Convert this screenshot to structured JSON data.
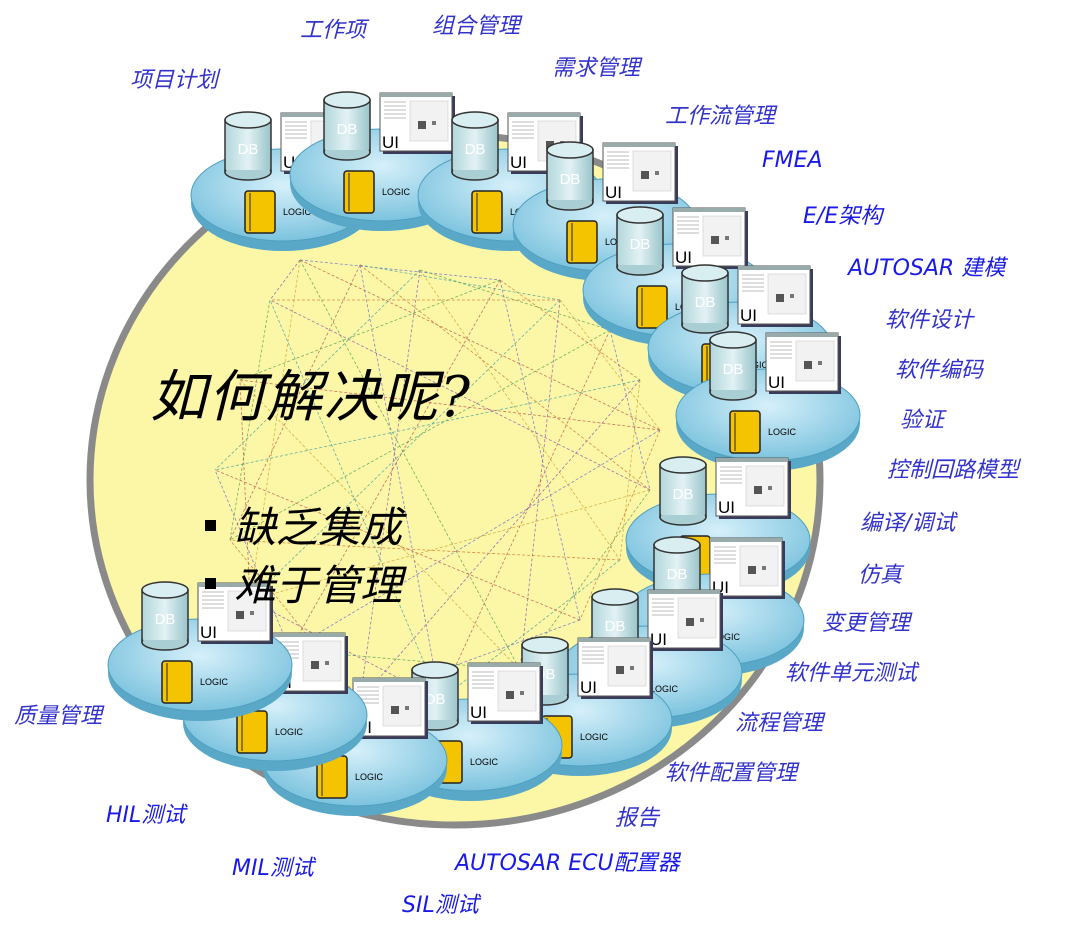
{
  "center": {
    "question": "如何解决呢?",
    "bullets": [
      "缺乏集成",
      "难于管理"
    ]
  },
  "node_text": {
    "db": "DB",
    "ui": "UI",
    "logic": "LOGIC"
  },
  "labels": [
    "工作项",
    "组合管理",
    "项目计划",
    "需求管理",
    "工作流管理",
    "FMEA",
    "E/E架构",
    "AUTOSAR 建模",
    "软件设计",
    "软件编码",
    "验证",
    "控制回路模型",
    "编译/调试",
    "仿真",
    "变更管理",
    "软件单元测试",
    "流程管理",
    "软件配置管理",
    "报告",
    "AUTOSAR ECU配置器",
    "SIL测试",
    "MIL测试",
    "HIL测试",
    "质量管理"
  ],
  "colors": {
    "circle_fill": "#fbf7a6",
    "circle_edge": "#808080",
    "disc": "#a8d8ea",
    "db": "#c8e4e8",
    "logic": "#f5c400",
    "label": "#3333cc"
  }
}
